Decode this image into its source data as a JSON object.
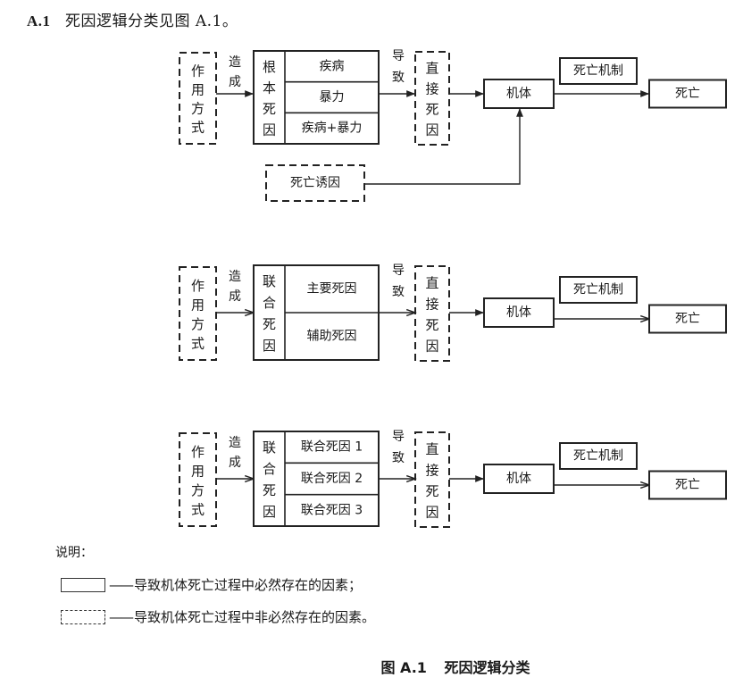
{
  "heading": {
    "number": "A.1",
    "text": "死因逻辑分类见图 A.1。"
  },
  "diagram": {
    "rows": [
      {
        "id": "root-cause",
        "action_mode": "作用方式",
        "cause_label": "造成",
        "group_label": "根本死因",
        "items": [
          "疾病",
          "暴力",
          "疾病+暴力"
        ],
        "lead_label": "导致",
        "direct_cause": "直接死因",
        "body": "机体",
        "mechanism": "死亡机制",
        "death": "死亡",
        "inducement": "死亡诱因"
      },
      {
        "id": "joint-cause-a",
        "action_mode": "作用方式",
        "cause_label": "造成",
        "group_label": "联合死因",
        "items": [
          "主要死因",
          "辅助死因"
        ],
        "lead_label": "导致",
        "direct_cause": "直接死因",
        "body": "机体",
        "mechanism": "死亡机制",
        "death": "死亡"
      },
      {
        "id": "joint-cause-b",
        "action_mode": "作用方式",
        "cause_label": "造成",
        "group_label": "联合死因",
        "items": [
          "联合死因 1",
          "联合死因 2",
          "联合死因 3"
        ],
        "lead_label": "导致",
        "direct_cause": "直接死因",
        "body": "机体",
        "mechanism": "死亡机制",
        "death": "死亡"
      }
    ]
  },
  "legend": {
    "title": "说明：",
    "items": [
      {
        "style": "solid",
        "dash": "——",
        "text": "导致机体死亡过程中必然存在的因素；"
      },
      {
        "style": "dashed",
        "dash": "——",
        "text": "导致机体死亡过程中非必然存在的因素。"
      }
    ]
  },
  "caption": {
    "figure": "图 A.1",
    "title": "死因逻辑分类"
  }
}
